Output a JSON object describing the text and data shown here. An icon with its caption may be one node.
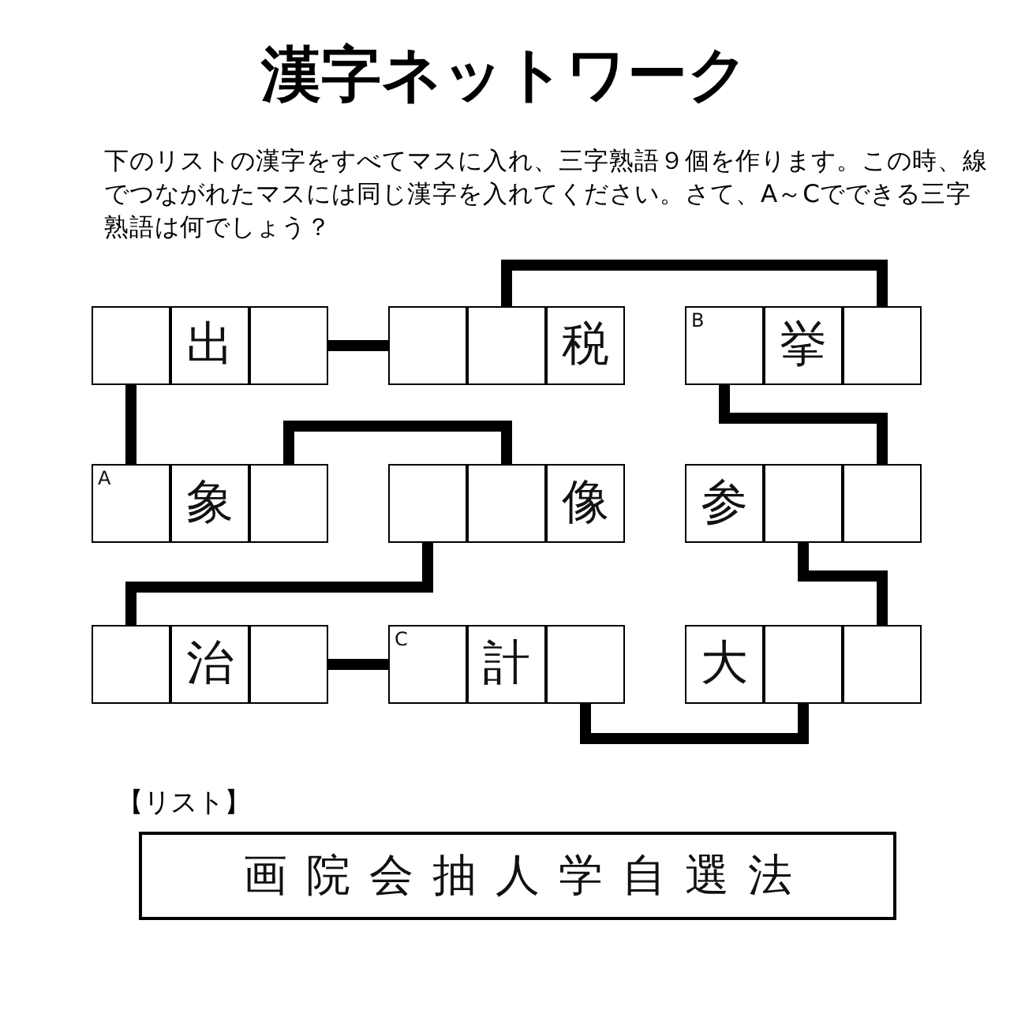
{
  "diagram": {
    "title": "漢字ネットワーク",
    "nodes": [
      {
        "text": [],
        "shape": "box"
      },
      {
        "text": [
          "出"
        ]
      },
      {
        "text": [],
        "shape": "box"
      },
      {
        "text": [],
        "shape": "box"
      },
      {
        "text": [],
        "shape": "box"
      },
      {
        "text": [
          "税"
        ]
      },
      {
        "text": [
          "B"
        ]
      },
      {
        "text": [
          "挙"
        ]
      },
      {
        "text": [],
        "shape": "box"
      },
      {
        "text": [
          "A"
        ]
      },
      {
        "text": [
          "象"
        ]
      },
      {
        "text": [],
        "shape": "box"
      },
      {
        "text": [],
        "shape": "box"
      },
      {
        "text": [],
        "shape": "box"
      },
      {
        "text": [
          "像"
        ]
      },
      {
        "text": [
          "参"
        ]
      },
      {
        "text": [],
        "shape": "box"
      },
      {
        "text": [],
        "shape": "box"
      },
      {
        "text": [],
        "shape": "box"
      },
      {
        "text": [
          "治"
        ]
      },
      {
        "text": [],
        "shape": "box"
      },
      {
        "text": [
          "C"
        ]
      },
      {
        "text": [
          "計"
        ]
      },
      {
        "text": [],
        "shape": "box"
      },
      {
        "text": [
          "大"
        ]
      },
      {
        "text": [],
        "shape": "box"
      },
      {
        "text": [],
        "shape": "box"
      },
      {
        "text": [
          "画院会抽人学自選法"
        ],
        "beside": [
          "【リスト】"
        ]
      }
    ],
    "edges": [
      {
        "from": 2,
        "to": 3,
        "arrow": "none"
      },
      {
        "from": 0,
        "to": 9,
        "arrow": "none"
      },
      {
        "from": 4,
        "to": 8,
        "arrow": "none"
      },
      {
        "from": 6,
        "to": 17,
        "arrow": "none"
      },
      {
        "from": 11,
        "to": 13,
        "arrow": "none"
      },
      {
        "from": 12,
        "to": 18,
        "arrow": "none"
      },
      {
        "from": 16,
        "to": 26,
        "arrow": "none"
      },
      {
        "from": 20,
        "to": 21,
        "arrow": "none"
      },
      {
        "from": 23,
        "to": 25,
        "arrow": "none"
      }
    ],
    "labels": [
      "下のリストの漢字をすべてマスに入れ、三字熟語９個を作ります。この時、線でつながれたマスには同じ漢字を入れてください。さて、A～Cでできる三字熟語は何でしょう？"
    ]
  }
}
